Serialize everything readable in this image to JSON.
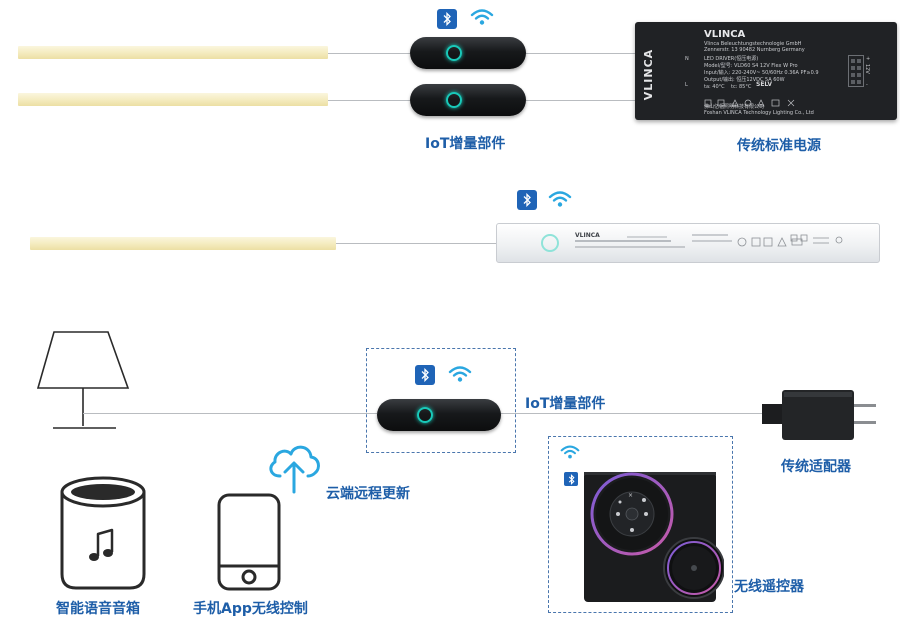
{
  "labels": {
    "iot_top": "IoT增量部件",
    "power_supply": "传统标准电源",
    "iot_mid": "IoT增量部件",
    "adapter": "传统适配器",
    "cloud": "云端远程更新",
    "remote": "无线遥控器",
    "speaker": "智能语音音箱",
    "phone": "手机App无线控制"
  },
  "driver_top": {
    "brand": "VLINCA",
    "company": "Vlinca Beleuchtungstechnologie GmbH",
    "address": "Zennerstr. 13 90482 Nurnberg Germany",
    "title": "LED DRIVER(恒压电源)",
    "model": "Model/型号: VLD60 S4 12V Flex W Pro",
    "input": "Input/输入: 220-240V~ 50/60Hz 0.36A PF≥0.9",
    "output": "Output/输出: 恒压12VDC 5A 60W",
    "ta": "ta: 40°C",
    "tc": "tc: 85°C",
    "selv": "SELV",
    "maker": "佛山亿瓴照明科技有限公司",
    "maker_en": "Foshan VLINCA Technology Lighting Co., Ltd",
    "side_brand": "VLINCA",
    "terminal_n": "N",
    "terminal_l": "L",
    "terminal_plus": "+",
    "terminal_minus": "-",
    "volt": "12V"
  },
  "driver_slim": {
    "brand": "VLINCA"
  },
  "colors": {
    "label_blue": "#1e5ea8",
    "bluetooth_bg": "#1f64b7",
    "wifi": "#2aa7e0",
    "iot_ring": "#19c9b9",
    "strip": "#f4ebbe",
    "dash_border": "#4a76ad",
    "icon_outline": "#2a2a2a"
  },
  "icons": [
    "bluetooth-icon",
    "wifi-icon",
    "cloud-upload-icon",
    "music-note-icon",
    "phone-icon",
    "lamp-icon",
    "plug-adapter-icon"
  ]
}
